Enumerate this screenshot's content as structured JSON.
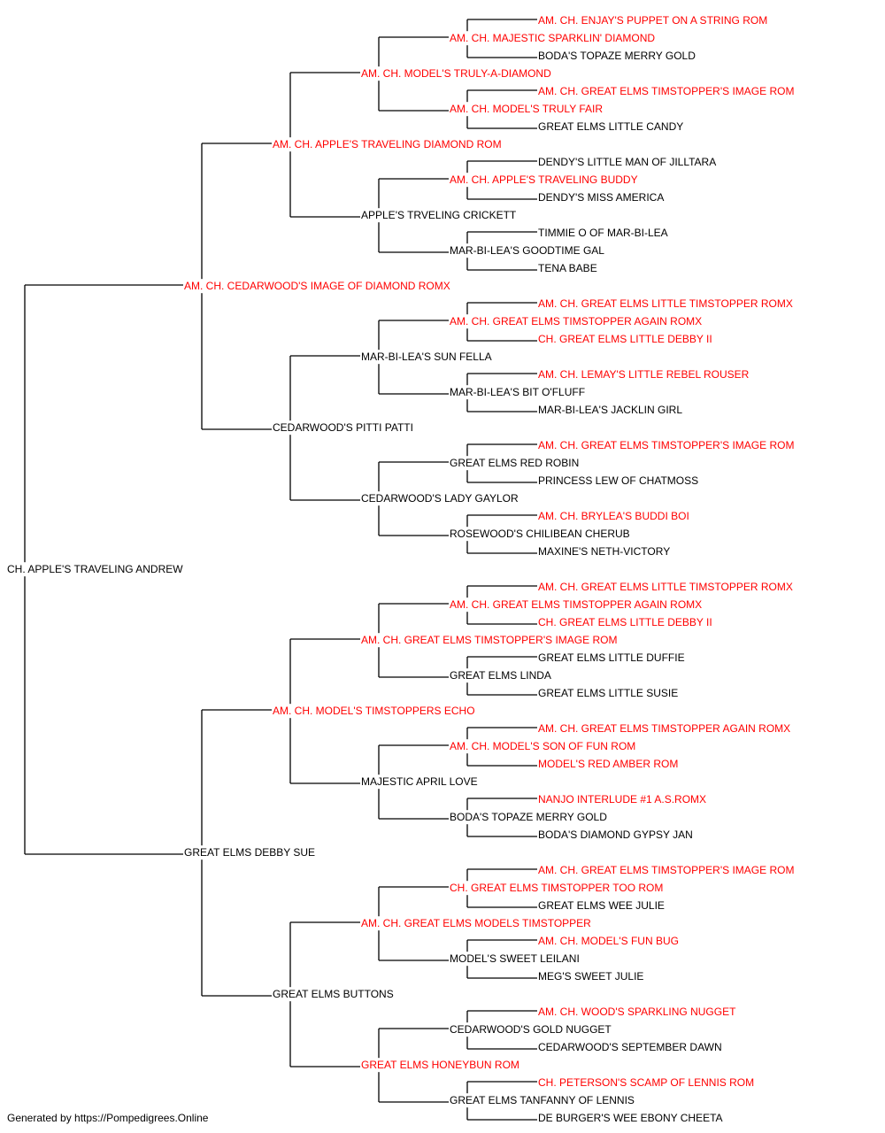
{
  "colors": {
    "champion": "#ff0000",
    "regular": "#000000",
    "line": "#000000"
  },
  "pedigree": {
    "subject": {
      "name": "CH. APPLE'S TRAVELING ANDREW",
      "champion": false
    },
    "sire": {
      "name": "AM. CH. CEDARWOOD'S IMAGE OF DIAMOND ROMX",
      "champion": true
    },
    "dam": {
      "name": "GREAT ELMS DEBBY SUE",
      "champion": false
    },
    "grandparents": [
      {
        "name": "AM. CH. APPLE'S TRAVELING DIAMOND ROM",
        "champion": true
      },
      {
        "name": "CEDARWOOD'S PITTI PATTI",
        "champion": false
      },
      {
        "name": "AM. CH. MODEL'S TIMSTOPPERS ECHO",
        "champion": true
      },
      {
        "name": "GREAT ELMS BUTTONS",
        "champion": false
      }
    ],
    "great_grandparents": [
      {
        "name": "AM. CH. MODEL'S TRULY-A-DIAMOND",
        "champion": true
      },
      {
        "name": "APPLE'S TRVELING CRICKETT",
        "champion": false
      },
      {
        "name": "MAR-BI-LEA'S SUN FELLA",
        "champion": false
      },
      {
        "name": "CEDARWOOD'S LADY GAYLOR",
        "champion": false
      },
      {
        "name": "AM. CH. GREAT ELMS TIMSTOPPER'S IMAGE ROM",
        "champion": true
      },
      {
        "name": "MAJESTIC APRIL LOVE",
        "champion": false
      },
      {
        "name": "AM. CH. GREAT ELMS MODELS TIMSTOPPER",
        "champion": true
      },
      {
        "name": "GREAT ELMS HONEYBUN ROM",
        "champion": true
      }
    ],
    "generation_4": [
      {
        "name": "AM. CH. MAJESTIC SPARKLIN' DIAMOND",
        "champion": true
      },
      {
        "name": "AM. CH. MODEL'S TRULY FAIR",
        "champion": true
      },
      {
        "name": "AM. CH. APPLE'S TRAVELING BUDDY",
        "champion": true
      },
      {
        "name": "MAR-BI-LEA'S GOODTIME GAL",
        "champion": false
      },
      {
        "name": "AM. CH. GREAT ELMS TIMSTOPPER AGAIN ROMX",
        "champion": true
      },
      {
        "name": "MAR-BI-LEA'S BIT O'FLUFF",
        "champion": false
      },
      {
        "name": "GREAT ELMS RED ROBIN",
        "champion": false
      },
      {
        "name": "ROSEWOOD'S CHILIBEAN CHERUB",
        "champion": false
      },
      {
        "name": "AM. CH. GREAT ELMS TIMSTOPPER AGAIN ROMX",
        "champion": true
      },
      {
        "name": "GREAT ELMS LINDA",
        "champion": false
      },
      {
        "name": "AM. CH. MODEL'S SON OF FUN ROM",
        "champion": true
      },
      {
        "name": "BODA'S TOPAZE MERRY GOLD",
        "champion": false
      },
      {
        "name": "CH. GREAT ELMS TIMSTOPPER TOO ROM",
        "champion": true
      },
      {
        "name": "MODEL'S SWEET LEILANI",
        "champion": false
      },
      {
        "name": "CEDARWOOD'S GOLD NUGGET",
        "champion": false
      },
      {
        "name": "GREAT ELMS TANFANNY OF LENNIS",
        "champion": false
      }
    ],
    "generation_5": [
      {
        "name": "AM. CH. ENJAY'S PUPPET ON A STRING ROM",
        "champion": true
      },
      {
        "name": "BODA'S TOPAZE MERRY GOLD",
        "champion": false
      },
      {
        "name": "AM. CH. GREAT ELMS TIMSTOPPER'S IMAGE ROM",
        "champion": true
      },
      {
        "name": "GREAT ELMS LITTLE CANDY",
        "champion": false
      },
      {
        "name": "DENDY'S LITTLE MAN OF JILLTARA",
        "champion": false
      },
      {
        "name": "DENDY'S MISS AMERICA",
        "champion": false
      },
      {
        "name": "TIMMIE O OF MAR-BI-LEA",
        "champion": false
      },
      {
        "name": "TENA BABE",
        "champion": false
      },
      {
        "name": "AM. CH. GREAT ELMS LITTLE TIMSTOPPER ROMX",
        "champion": true
      },
      {
        "name": "CH. GREAT ELMS LITTLE DEBBY II",
        "champion": true
      },
      {
        "name": "AM. CH. LEMAY'S LITTLE REBEL ROUSER",
        "champion": true
      },
      {
        "name": "MAR-BI-LEA'S JACKLIN GIRL",
        "champion": false
      },
      {
        "name": "AM. CH. GREAT ELMS TIMSTOPPER'S IMAGE ROM",
        "champion": true
      },
      {
        "name": "PRINCESS LEW OF CHATMOSS",
        "champion": false
      },
      {
        "name": "AM. CH. BRYLEA'S BUDDI BOI",
        "champion": true
      },
      {
        "name": "MAXINE'S NETH-VICTORY",
        "champion": false
      },
      {
        "name": "AM. CH. GREAT ELMS LITTLE TIMSTOPPER ROMX",
        "champion": true
      },
      {
        "name": "CH. GREAT ELMS LITTLE DEBBY II",
        "champion": true
      },
      {
        "name": "GREAT ELMS LITTLE DUFFIE",
        "champion": false
      },
      {
        "name": "GREAT ELMS LITTLE SUSIE",
        "champion": false
      },
      {
        "name": "AM. CH. GREAT ELMS TIMSTOPPER AGAIN ROMX",
        "champion": true
      },
      {
        "name": "MODEL'S RED AMBER ROM",
        "champion": true
      },
      {
        "name": "NANJO INTERLUDE #1 A.S.ROMX",
        "champion": true
      },
      {
        "name": "BODA'S DIAMOND GYPSY JAN",
        "champion": false
      },
      {
        "name": "AM. CH. GREAT ELMS TIMSTOPPER'S IMAGE ROM",
        "champion": true
      },
      {
        "name": "GREAT ELMS WEE JULIE",
        "champion": false
      },
      {
        "name": "AM. CH. MODEL'S FUN BUG",
        "champion": true
      },
      {
        "name": "MEG'S SWEET JULIE",
        "champion": false
      },
      {
        "name": "AM. CH. WOOD'S SPARKLING NUGGET",
        "champion": true
      },
      {
        "name": "CEDARWOOD'S SEPTEMBER DAWN",
        "champion": false
      },
      {
        "name": "CH. PETERSON'S SCAMP OF LENNIS ROM",
        "champion": true
      },
      {
        "name": "DE BURGER'S WEE EBONY CHEETA",
        "champion": false
      }
    ]
  },
  "footer": {
    "text": "Generated by https://Pompedigrees.Online"
  }
}
